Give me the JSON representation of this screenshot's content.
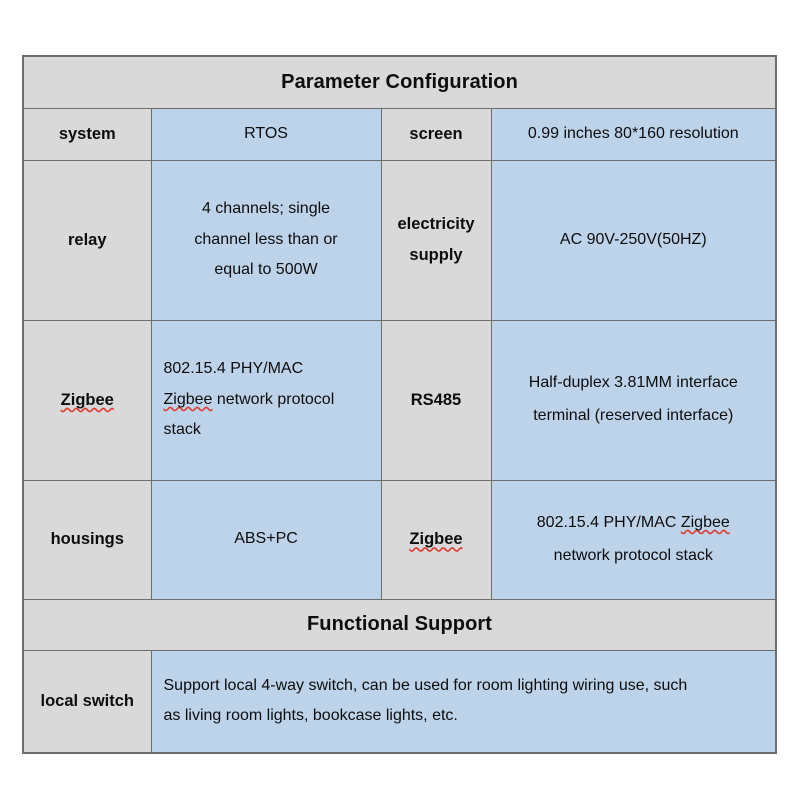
{
  "table": {
    "sections": [
      {
        "band_title": "Parameter Configuration",
        "rows": [
          {
            "label_left": "system",
            "value_left": "RTOS",
            "label_right": "screen",
            "value_right": "0.99 inches 80*160 resolution"
          },
          {
            "label_left": "relay",
            "value_left": "4 channels; single channel less than or equal to 500W",
            "label_right": "electricity supply",
            "value_right": "AC 90V-250V(50HZ)"
          },
          {
            "label_left": "Zigbee",
            "value_left": "802.15.4 PHY/MAC Zigbee network protocol stack",
            "label_right": "RS485",
            "value_right": "Half-duplex 3.81MM interface terminal (reserved interface)"
          },
          {
            "label_left": "housings",
            "value_left": "ABS+PC",
            "label_right": "Zigbee",
            "value_right": "802.15.4 PHY/MAC Zigbee network protocol stack"
          }
        ]
      },
      {
        "band_title": "Functional Support",
        "rows": [
          {
            "label_left": "local switch",
            "value_left": "Support local 4-way switch, can be used for room lighting wiring use, such as living room lights, bookcase lights, etc."
          }
        ]
      }
    ],
    "line_fragments": {
      "relay_l1": "4 channels; single",
      "relay_l2": "channel less than or",
      "relay_l3": "equal to 500W",
      "electricity_l1": "electricity",
      "electricity_l2": "supply",
      "zigbee_l1": "802.15.4 PHY/MAC",
      "zigbee_l2a": "Zigbee",
      "zigbee_l2b": " network protocol",
      "zigbee_l3": "stack",
      "rs485_l1": "Half-duplex 3.81MM interface",
      "rs485_l2": "terminal (reserved interface)",
      "housing_zig_l1a": "802.15.4 PHY/MAC ",
      "housing_zig_l1b": "Zigbee",
      "housing_zig_l2": "network protocol stack",
      "local_l1": "Support local 4-way switch, can be used for room lighting wiring use, such",
      "local_l2": "as living room lights, bookcase lights, etc."
    },
    "colors": {
      "label_cell": "#d9d9d9",
      "value_cell": "#bcd3ea",
      "border": "#6e6e6e",
      "text": "#0d0d0d",
      "spellcheck_underline": "#e03a2f",
      "page_background": "#ffffff"
    }
  }
}
